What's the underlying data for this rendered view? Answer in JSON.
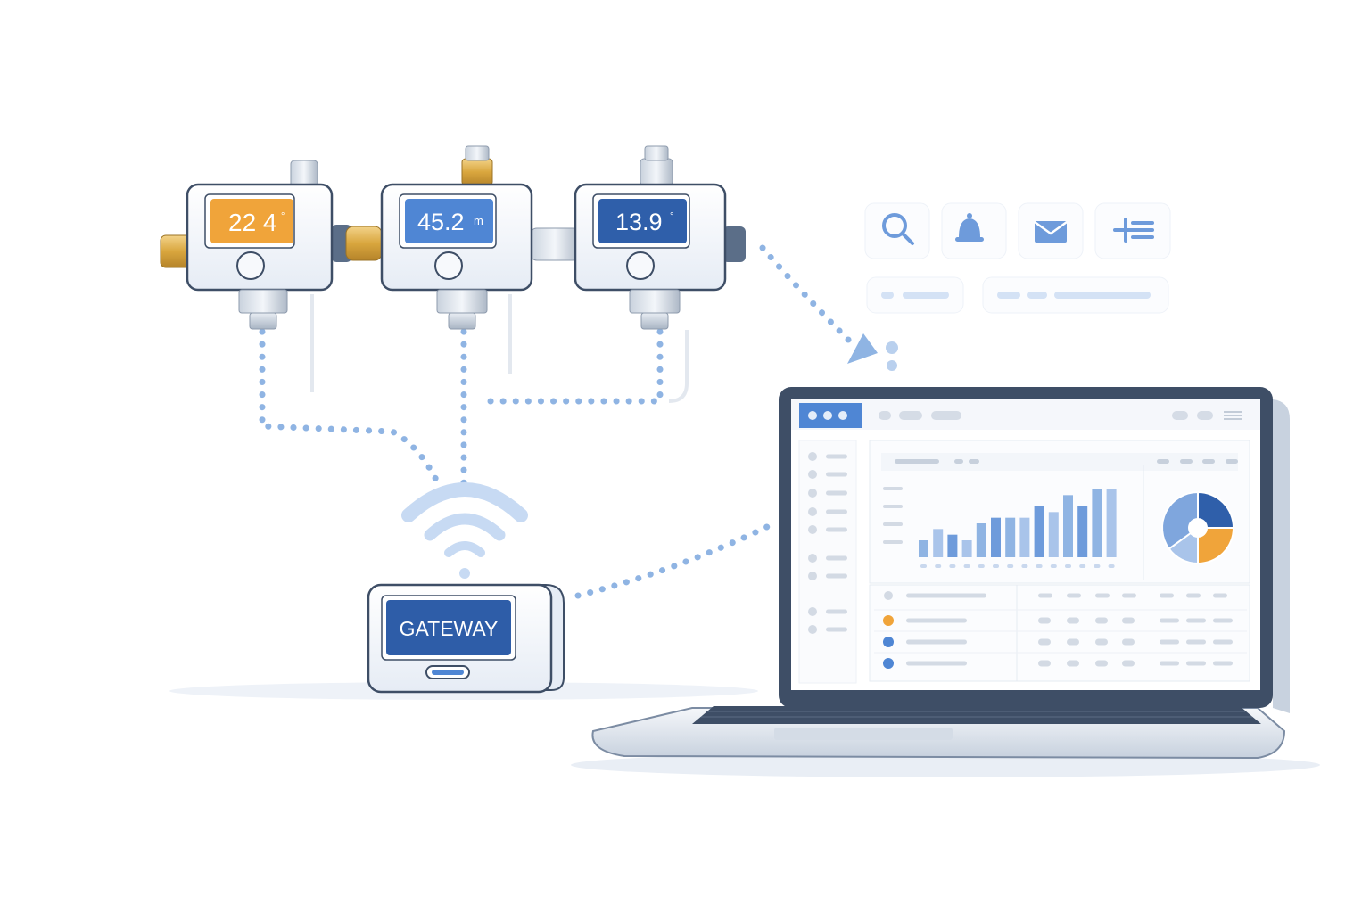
{
  "colors": {
    "orange": "#F0A43A",
    "blue_mid": "#4F86D4",
    "blue_dark": "#2F5FAA",
    "gateway_blue": "#2E5DA8",
    "link_dots": "#8FB4E3",
    "outline": "#3E4E66",
    "panel": "#F4F7FC"
  },
  "sensors": [
    {
      "reading": "22 4",
      "unit": "°",
      "color": "orange"
    },
    {
      "reading": "45.2",
      "unit": "m",
      "color": "blue_mid"
    },
    {
      "reading": "13.9",
      "unit": "°",
      "color": "blue_dark"
    }
  ],
  "gateway": {
    "label": "GATEWAY"
  },
  "toolbar_icons": [
    "search-icon",
    "bell-icon",
    "mail-icon",
    "settings-sliders-icon"
  ],
  "dashboard": {
    "window_dots": 3,
    "bar_values": [
      3,
      5,
      4,
      3,
      6,
      7,
      7,
      7,
      9,
      8,
      11,
      9,
      12,
      12
    ],
    "pie_slices": [
      {
        "value": 25,
        "color": "#2F5FAA"
      },
      {
        "value": 25,
        "color": "#F0A43A"
      },
      {
        "value": 15,
        "color": "#A9C4EA"
      },
      {
        "value": 35,
        "color": "#7FA6DD"
      }
    ],
    "table_status_colors": [
      "#F0A43A",
      "#4F86D4",
      "#4F86D4"
    ]
  }
}
